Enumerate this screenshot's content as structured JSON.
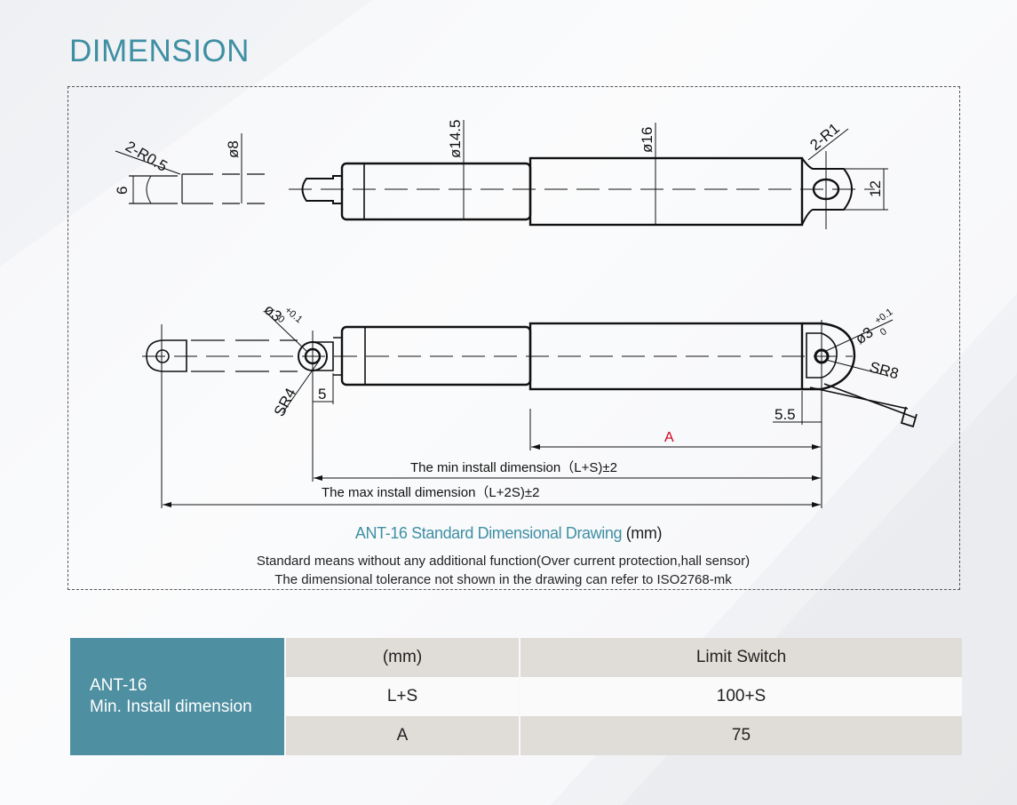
{
  "page": {
    "title": "DIMENSION"
  },
  "drawing": {
    "top_labels": {
      "r05": "2-R0.5",
      "d6": "6",
      "d8": "ø8",
      "d145": "ø14.5",
      "d16": "ø16",
      "r1": "2-R1",
      "d12": "12"
    },
    "bottom_labels": {
      "hole_left": "ø3",
      "tol_left_up": "+0.1",
      "tol_left_low": "0",
      "sr4": "SR4",
      "d5": "5",
      "hole_right": "ø3",
      "tol_right_up": "+0.1",
      "tol_right_low": "0",
      "sr8": "SR8",
      "d55": "5.5",
      "a": "A"
    },
    "min_install": "The min install dimension（L+S)±2",
    "max_install": "The max install dimension（L+2S)±2"
  },
  "caption": {
    "title": "ANT-16 Standard Dimensional Drawing",
    "unit": "(mm)"
  },
  "notes": [
    "Standard means without any additional function(Over current protection,hall sensor)",
    "The dimensional tolerance not shown in the drawing can refer to ISO2768-mk"
  ],
  "table": {
    "head_line1": "ANT-16",
    "head_line2": "Min. Install dimension",
    "rows": [
      [
        "(mm)",
        "Limit Switch"
      ],
      [
        "L+S",
        "100+S"
      ],
      [
        "A",
        "75"
      ]
    ]
  },
  "colors": {
    "accent": "#3f8fa3",
    "table_head": "#4e8fa1",
    "highlight": "#d0021b"
  }
}
